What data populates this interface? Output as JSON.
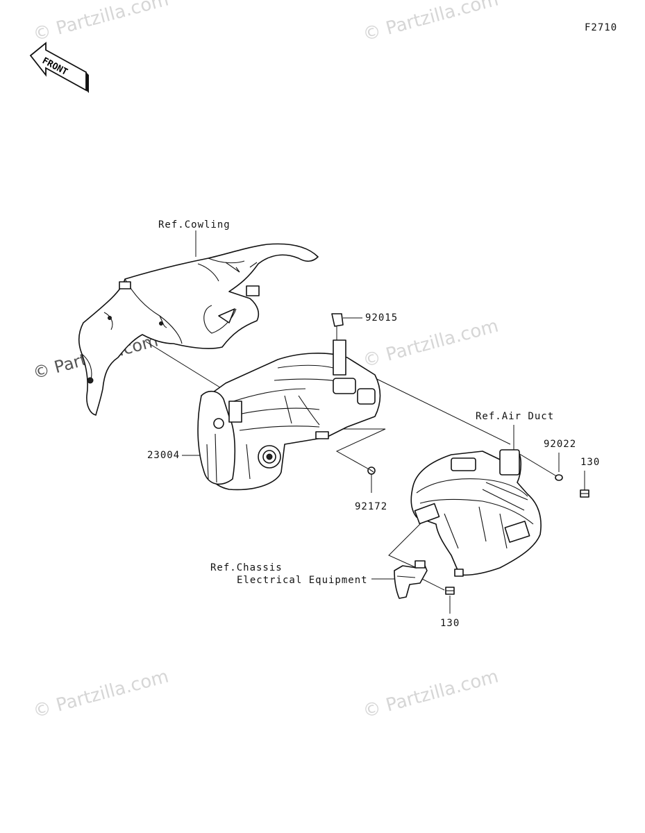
{
  "figure_code": "F2710",
  "front_label": "FRONT",
  "watermark": "© Partzilla.com",
  "labels": {
    "ref_cowling": "Ref.Cowling",
    "part_92015": "92015",
    "ref_air_duct": "Ref.Air Duct",
    "part_92022": "92022",
    "part_130_upper": "130",
    "part_23004": "23004",
    "part_92172": "92172",
    "ref_chassis_line1": "Ref.Chassis",
    "ref_chassis_line2": "Electrical Equipment",
    "part_130_lower": "130"
  }
}
